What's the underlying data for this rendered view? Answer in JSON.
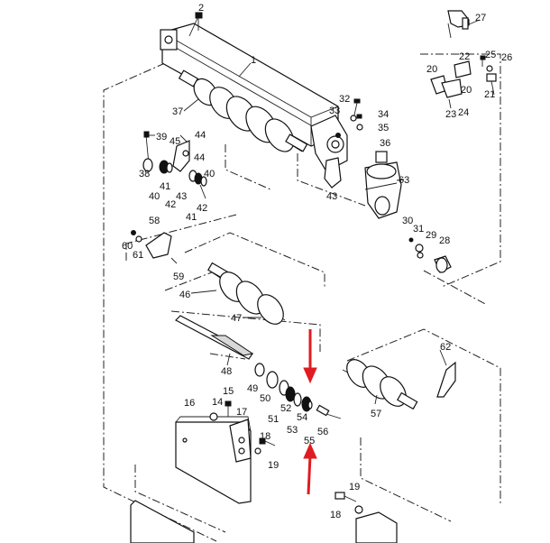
{
  "diagram": {
    "labels": {
      "l1": "1",
      "l2": "2",
      "l14": "14",
      "l15": "15",
      "l16": "16",
      "l17": "17",
      "l18a": "18",
      "l18b": "18",
      "l19a": "19",
      "l19b": "19",
      "l20a": "20",
      "l20b": "20",
      "l21": "21",
      "l22": "22",
      "l23": "23",
      "l24": "24",
      "l25": "25",
      "l26": "26",
      "l27": "27",
      "l28": "28",
      "l29": "29",
      "l30": "30",
      "l31": "31",
      "l32": "32",
      "l33": "33",
      "l34": "34",
      "l35": "35",
      "l36": "36",
      "l37": "37",
      "l38": "38",
      "l39": "39",
      "l40a": "40",
      "l40b": "40",
      "l41a": "41",
      "l41b": "41",
      "l42a": "42",
      "l42b": "42",
      "l43a": "43",
      "l43b": "43",
      "l44a": "44",
      "l44b": "44",
      "l45": "45",
      "l46": "46",
      "l47": "47",
      "l48": "48",
      "l49": "49",
      "l50": "50",
      "l51": "51",
      "l52": "52",
      "l53": "53",
      "l54": "54",
      "l55": "55",
      "l56": "56",
      "l57": "57",
      "l58": "58",
      "l59": "59",
      "l60": "60",
      "l61": "61",
      "l62": "62",
      "l63": "63"
    },
    "highlight_color": "#e01b22"
  }
}
